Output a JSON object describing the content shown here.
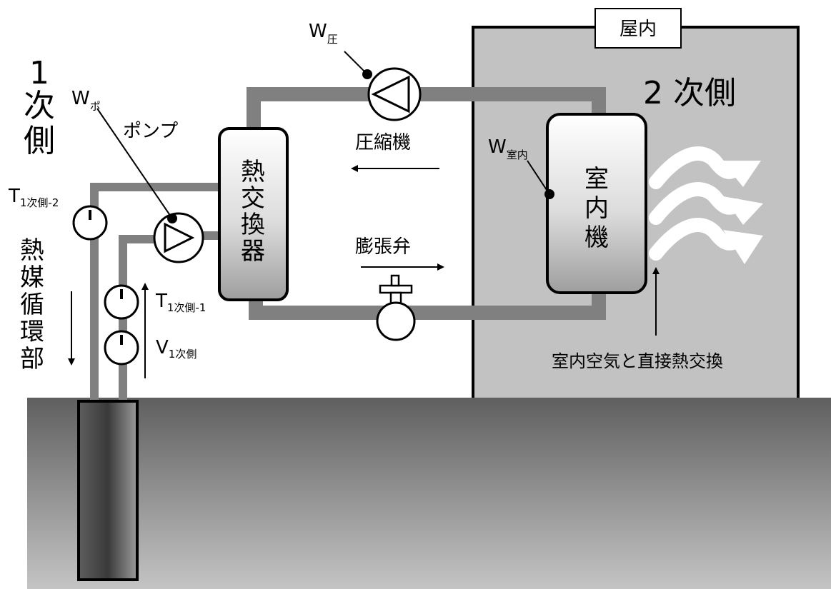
{
  "labels": {
    "indoor_box": "屋内",
    "primary_side": [
      "1",
      "次",
      "側"
    ],
    "secondary_side": "2 次側",
    "w_compressor": {
      "base": "W",
      "sub": "圧"
    },
    "w_pump": {
      "base": "W",
      "sub": "ポ"
    },
    "w_indoor": {
      "base": "W",
      "sub": "室内"
    },
    "pump": "ポンプ",
    "compressor": "圧縮機",
    "expansion_valve": "膨張弁",
    "heat_exchanger": [
      "熱",
      "交",
      "換",
      "器"
    ],
    "indoor_unit": [
      "室",
      "内",
      "機"
    ],
    "t_primary_2": {
      "base": "T",
      "sub": "1次側-2"
    },
    "t_primary_1": {
      "base": "T",
      "sub": "1次側-1"
    },
    "v_primary": {
      "base": "V",
      "sub": "1次側"
    },
    "heat_medium_loop": [
      "熱",
      "媒",
      "循",
      "環",
      "部"
    ],
    "direct_exchange": "室内空気と直接熱交換"
  },
  "colors": {
    "pipe": "#808080",
    "indoor_fill": "#c2c2c2",
    "unit_fill": "#dcdcdc",
    "ground_top": "#5f5f5f",
    "ground_bottom": "#c4c4c4",
    "outline": "#000000"
  }
}
